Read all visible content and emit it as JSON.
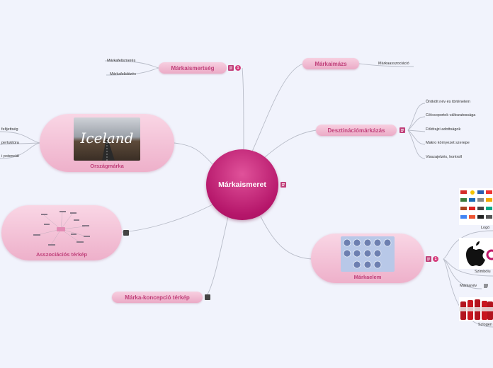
{
  "central": {
    "label": "Márkaismeret"
  },
  "branches": {
    "markaismertseg": {
      "label": "Márkaismertség",
      "children": [
        "Márkafelismerés",
        "Márkafelidézés"
      ],
      "badge": "1"
    },
    "markaimazs": {
      "label": "Márkaimázs",
      "children": [
        "Márkaasszociáció"
      ]
    },
    "desztinacio": {
      "label": "Desztinációmárkázás",
      "children": [
        "Örökölt név és történelem",
        "Célcsoportok változatossága",
        "Földrajzi adottságok",
        "Makro környezet szerepe",
        "Visszajelzés, kontroll"
      ]
    },
    "orszagmarka": {
      "label": "Országmárka",
      "image_text": "Iceland",
      "children": [
        "feltjettség",
        "pertuktúra",
        "i potenciál"
      ]
    },
    "asszociacios": {
      "label": "Asszociációs térkép"
    },
    "koncepcio": {
      "label": "Márka-koncepció térkép"
    },
    "markaelem": {
      "label": "Márkaelem",
      "badge": "1",
      "children": [
        "Logó",
        "Szimbólu",
        "Márkanév",
        "Szlogen"
      ]
    }
  },
  "colors": {
    "background": "#f1f3fc",
    "central": "#c21a72",
    "pill": "#f0b8d0",
    "text": "#c0407a",
    "line": "#b8bcc8"
  }
}
